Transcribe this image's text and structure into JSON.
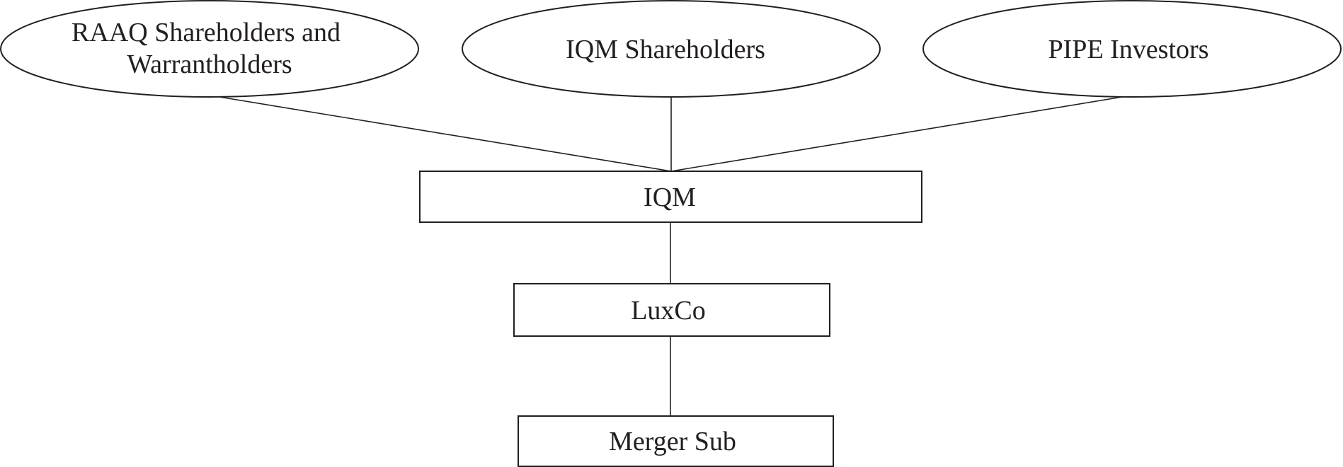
{
  "diagram": {
    "nodes": {
      "raaq_holders": {
        "shape": "ellipse",
        "lines": [
          "RAAQ Shareholders and",
          "Warrantholders"
        ]
      },
      "iqm_shareholders": {
        "shape": "ellipse",
        "lines": [
          "IQM Shareholders"
        ]
      },
      "pipe_investors": {
        "shape": "ellipse",
        "lines": [
          "PIPE Investors"
        ]
      },
      "iqm": {
        "shape": "box",
        "lines": [
          "IQM"
        ]
      },
      "luxco": {
        "shape": "box",
        "lines": [
          "LuxCo"
        ]
      },
      "merger_sub": {
        "shape": "box",
        "lines": [
          "Merger Sub"
        ]
      }
    },
    "edges": [
      {
        "from": "raaq_holders",
        "to": "iqm"
      },
      {
        "from": "iqm_shareholders",
        "to": "iqm"
      },
      {
        "from": "pipe_investors",
        "to": "iqm"
      },
      {
        "from": "iqm",
        "to": "luxco"
      },
      {
        "from": "luxco",
        "to": "merger_sub"
      }
    ],
    "colors": {
      "stroke": "#231f20",
      "fill": "#ffffff",
      "text": "#231f20"
    }
  }
}
